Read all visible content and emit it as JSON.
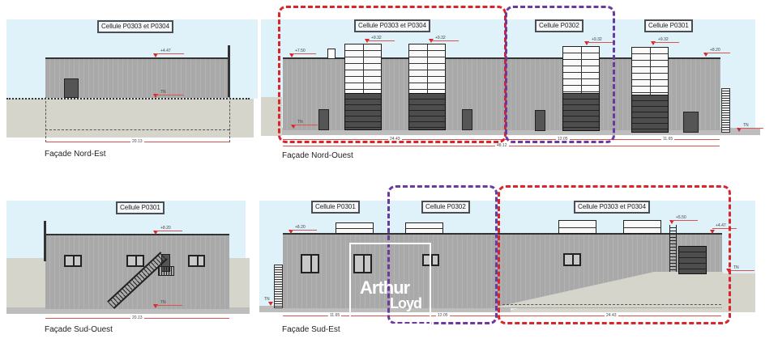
{
  "facades": {
    "nord_est": {
      "title": "Façade Nord-Est",
      "cells": [
        {
          "label": "Cellule P0303 et P0304"
        }
      ],
      "levels": {
        "top": "+4.47",
        "bottom": "TN"
      },
      "dimension": "20.13"
    },
    "nord_ouest": {
      "title": "Façade Nord-Ouest",
      "cells": [
        {
          "label": "Cellule P0303 et P0304"
        },
        {
          "label": "Cellule P0302"
        },
        {
          "label": "Cellule P0301"
        }
      ],
      "levels": {
        "left": "+7.50",
        "door1": "+9.32",
        "door2": "+9.32",
        "door3": "+9.32",
        "door4": "+9.32",
        "right": "+8.20",
        "tn_left": "TN",
        "tn_right": "TN"
      },
      "dimensions": {
        "cell_p0303_p0304": "24.43",
        "cell_p0302": "12.05",
        "cell_p0301": "11.65",
        "total": "48.12"
      }
    },
    "sud_ouest": {
      "title": "Façade Sud-Ouest",
      "cells": [
        {
          "label": "Cellule P0301"
        }
      ],
      "levels": {
        "top": "+8.20",
        "bottom": "TN"
      },
      "dimension": "20.13"
    },
    "sud_est": {
      "title": "Façade Sud-Est",
      "cells": [
        {
          "label": "Cellule P0301"
        },
        {
          "label": "Cellule P0302"
        },
        {
          "label": "Cellule P0303 et P0304"
        }
      ],
      "levels": {
        "left": "+8.20",
        "ladder": "+5.50",
        "right": "+4.47",
        "tn_left": "TN",
        "tn_right": "TN"
      },
      "dimensions": {
        "cell_p0301": "11.65",
        "cell_p0302": "12.05",
        "cell_p0303_p0304": "24.43"
      }
    }
  },
  "highlights": {
    "red_color": "#d9262b",
    "purple_color": "#6a3aa0"
  },
  "watermark": {
    "line1": "Arthur",
    "line2": "Loyd"
  }
}
